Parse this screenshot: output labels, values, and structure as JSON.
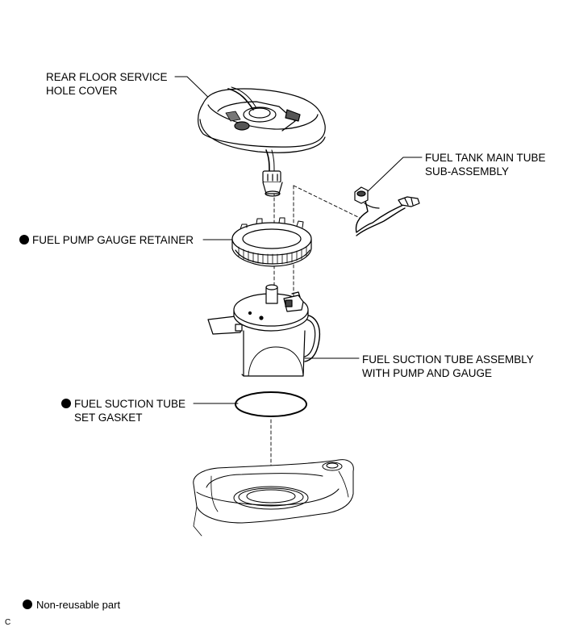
{
  "labels": {
    "rear_floor_cover": [
      "REAR FLOOR SERVICE",
      "HOLE COVER"
    ],
    "fuel_tank_main_tube": [
      "FUEL TANK MAIN TUBE",
      "SUB-ASSEMBLY"
    ],
    "fuel_pump_gauge_retainer": "FUEL PUMP GAUGE RETAINER",
    "fuel_suction_tube_assembly": [
      "FUEL SUCTION TUBE ASSEMBLY",
      "WITH PUMP AND GAUGE"
    ],
    "fuel_suction_tube_gasket": [
      "FUEL SUCTION TUBE",
      "SET GASKET"
    ]
  },
  "legend": {
    "symbol": "filled-circle",
    "text": "Non-reusable part"
  },
  "corner_code": "C"
}
